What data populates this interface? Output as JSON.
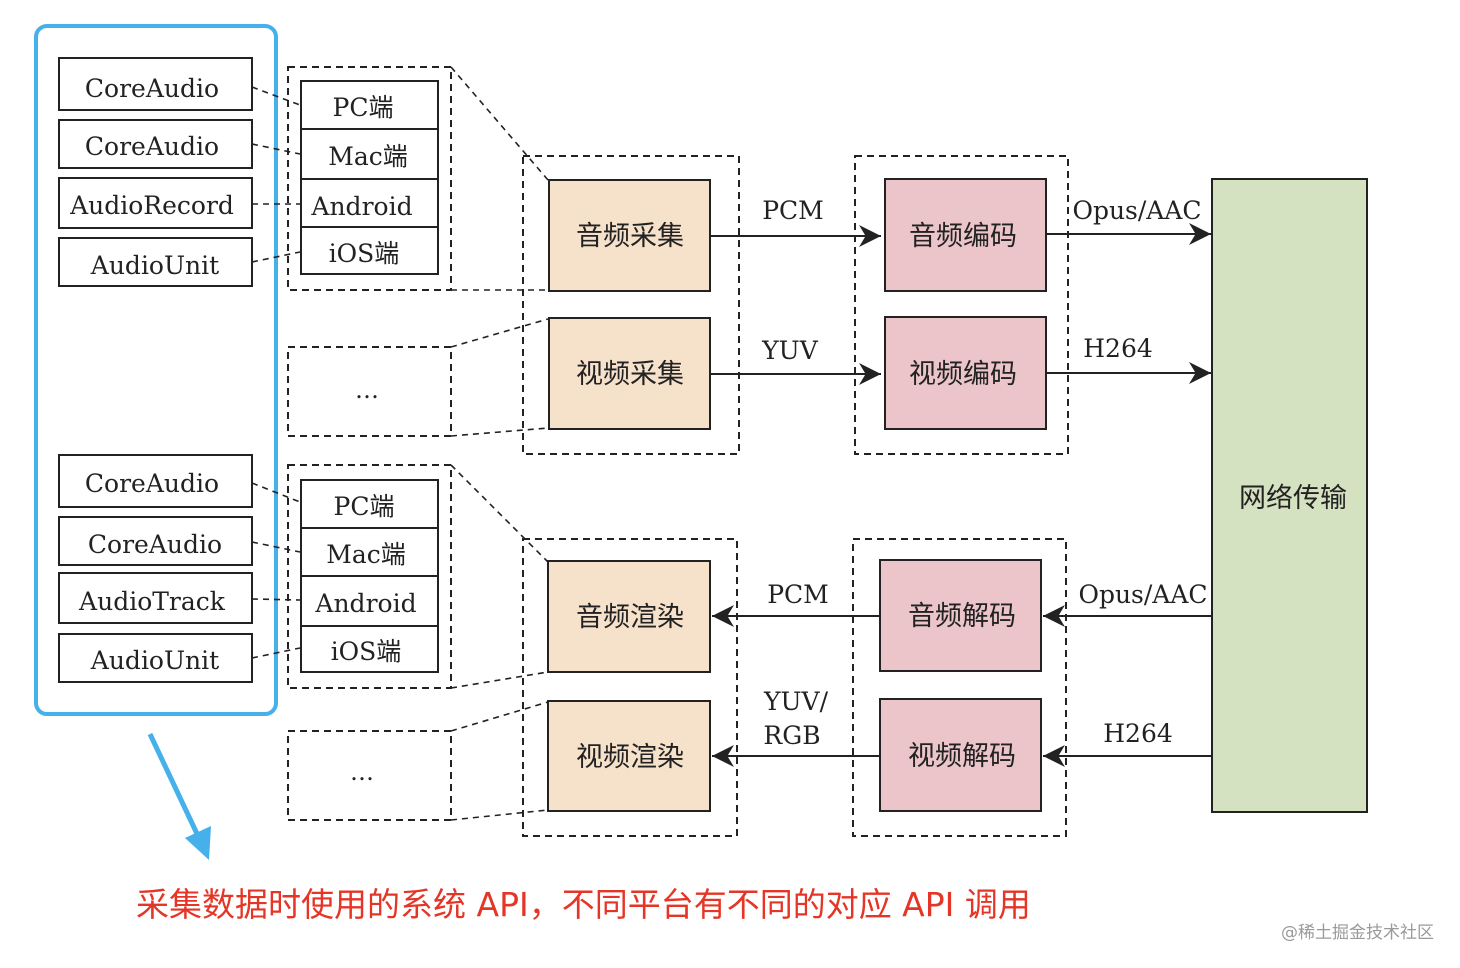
{
  "platform_apis": {
    "capture": [
      "CoreAudio",
      "CoreAudio",
      "AudioRecord",
      "AudioUnit"
    ],
    "render": [
      "CoreAudio",
      "CoreAudio",
      "AudioTrack",
      "AudioUnit"
    ]
  },
  "platforms": {
    "capture": [
      "PC端",
      "Mac端",
      "Android",
      "iOS端"
    ],
    "render": [
      "PC端",
      "Mac端",
      "Android",
      "iOS端"
    ]
  },
  "ellipsis": "…",
  "modules": {
    "audio_capture": "音频采集",
    "video_capture": "视频采集",
    "audio_render": "音频渲染",
    "video_render": "视频渲染",
    "audio_encode": "音频编码",
    "video_encode": "视频编码",
    "audio_decode": "音频解码",
    "video_decode": "视频解码",
    "network": "网络传输"
  },
  "edge_labels": {
    "pcm_up": "PCM",
    "yuv_up": "YUV",
    "opus_up": "Opus/AAC",
    "h264_up": "H264",
    "pcm_down": "PCM",
    "yuv_rgb_line1": "YUV/",
    "yuv_rgb_line2": "RGB",
    "opus_down": "Opus/AAC",
    "h264_down": "H264"
  },
  "caption": "采集数据时使用的系统 API，不同平台有不同的对应 API 调用",
  "watermark": "@稀土掘金技术社区",
  "colors": {
    "highlight": "#45b0ea",
    "capture_fill": "#f6e1cb",
    "codec_fill": "#ebc5c9",
    "network_fill": "#d5e2c1",
    "caption": "#e53526"
  }
}
